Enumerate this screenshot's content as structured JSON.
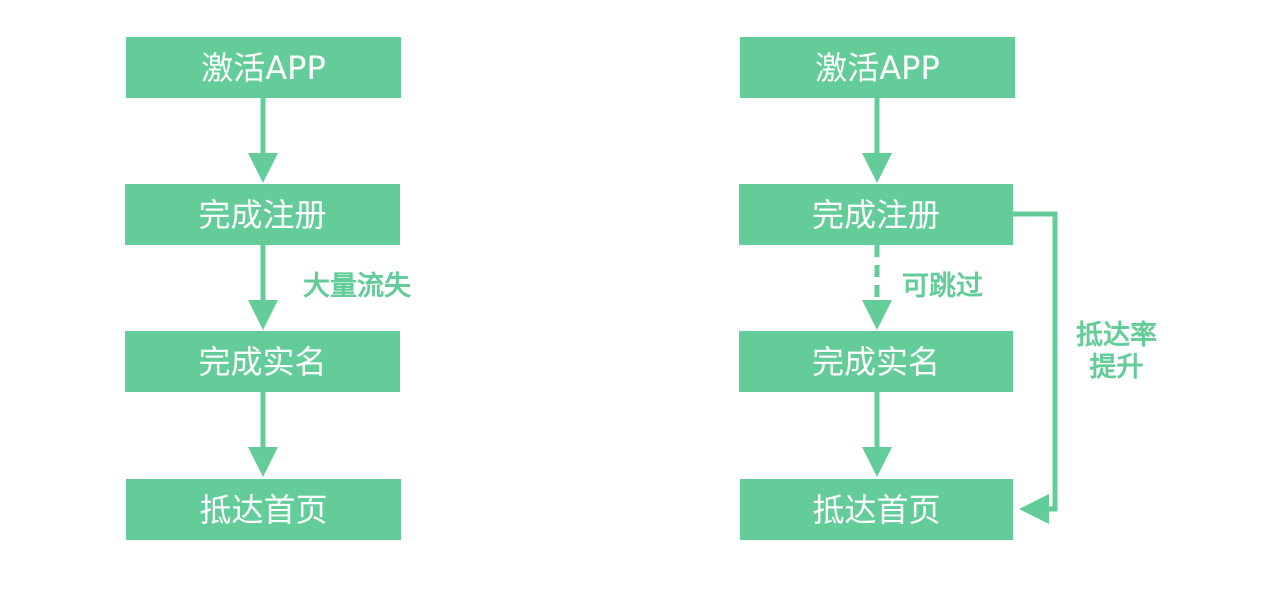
{
  "colors": {
    "accent": "#63cc99",
    "box_text": "#ffffff"
  },
  "left_flow": {
    "steps": [
      "激活APP",
      "完成注册",
      "完成实名",
      "抵达首页"
    ],
    "loss_label": "大量流失"
  },
  "right_flow": {
    "steps": [
      "激活APP",
      "完成注册",
      "完成实名",
      "抵达首页"
    ],
    "skip_label": "可跳过",
    "improve_label_line1": "抵达率",
    "improve_label_line2": "提升"
  }
}
